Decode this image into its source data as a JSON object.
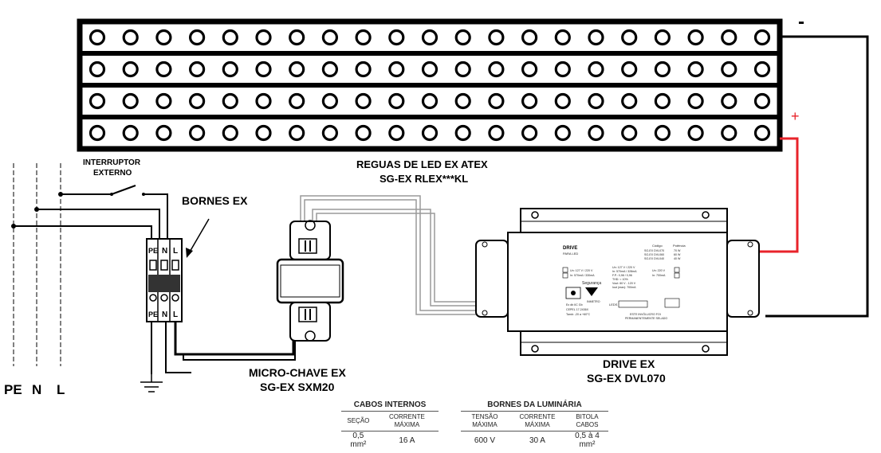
{
  "led_array": {
    "title": "REGUAS DE LED EX ATEX",
    "model": "SG-EX RLEX***KL",
    "negative_symbol": "-",
    "positive_symbol": "+"
  },
  "switch": {
    "label_line1": "INTERRUPTOR",
    "label_line2": "EXTERNO"
  },
  "terminals": {
    "label": "BORNES EX",
    "cells": [
      "PE",
      "N",
      "L"
    ]
  },
  "microswitch": {
    "name": "MICRO-CHAVE EX",
    "model": "SG-EX SXM20"
  },
  "driver": {
    "name": "DRIVE EX",
    "model": "SG-EX DVL070",
    "plate_title": "DRIVE",
    "plate_subtitle": "PARA LED",
    "codigo_header": "Código",
    "potencia_header": "Potência",
    "codes": [
      "SG-EX DVL070",
      "SG-EX DVL060",
      "SG-EX DVL040"
    ],
    "powers": [
      "70 W",
      "60 W",
      "40 W"
    ],
    "input_spec": [
      "Un: 127 V / 220 V",
      "In: 570mA / 330mA"
    ],
    "elec_spec": [
      "Un: 127 V / 220 V",
      "In: 570mA / 328mA",
      "F.P.: 0,98 / 0,96",
      "THD: < 10%",
      "Vout: 60 V - 120 V",
      "Iout (max): 700mA"
    ],
    "out_spec": [
      "Un: 220 V",
      "In: 700mA"
    ],
    "seguranca": "Segurança",
    "inmetro": "INMETRO",
    "cert": [
      "Ex db IIC Gb",
      "CEPEL 17.2436X",
      "Tamb: -20 a +60°C"
    ],
    "leds_label": "LEDS",
    "warning": [
      "ESTE INVÓLUCRO FOI",
      "PERMANENTEMENTE SELADO"
    ]
  },
  "bus_labels": [
    "PE",
    "N",
    "L"
  ],
  "cabos_table": {
    "title": "CABOS INTERNOS",
    "headers": [
      "SEÇÃO",
      "CORRENTE MÁXIMA"
    ],
    "values": [
      "0,5 mm²",
      "16 A"
    ]
  },
  "bornes_table": {
    "title": "BORNES DA LUMINÁRIA",
    "headers": [
      "TENSÃO MÁXIMA",
      "CORRENTE MÁXIMA",
      "BITOLA CABOS"
    ],
    "values": [
      "600 V",
      "30 A",
      "0,5 à 4 mm²"
    ]
  },
  "colors": {
    "positive_wire": "#e8232a",
    "wire": "#000000",
    "signal_wire": "#9a9a9a"
  },
  "icons": [
    "led-circle-icon",
    "ground-icon",
    "screw-icon",
    "seguranca-logo-icon",
    "inmetro-logo-icon"
  ]
}
